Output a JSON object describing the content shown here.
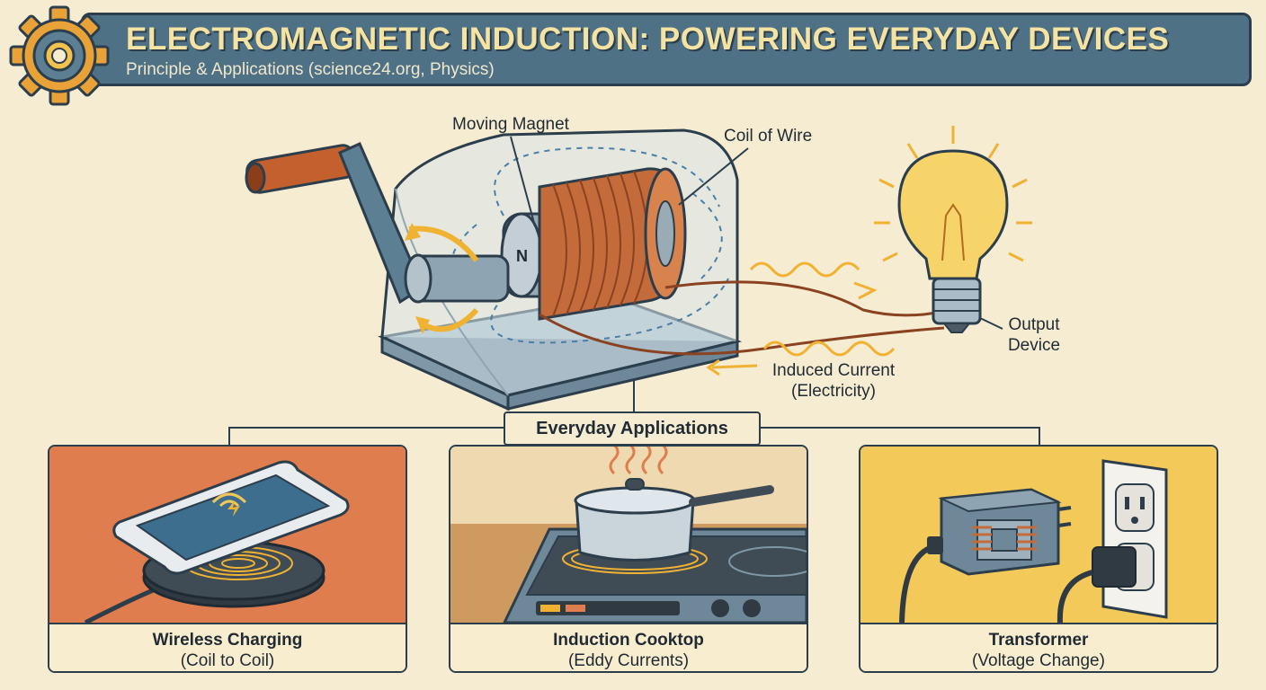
{
  "header": {
    "title": "ELECTROMAGNETIC INDUCTION: POWERING EVERYDAY DEVICES",
    "subtitle": "Principle & Applications (science24.org, Physics)"
  },
  "diagram": {
    "magnet_pole": "N",
    "labels": {
      "moving_magnet": "Moving Magnet",
      "coil_of_wire": "Coil of Wire",
      "output_line1": "Output",
      "output_line2": "Device",
      "current_line1": "Induced Current",
      "current_line2": "(Electricity)"
    }
  },
  "applications": {
    "heading": "Everyday Applications",
    "cards": [
      {
        "title": "Wireless Charging",
        "subtitle": "(Coil to Coil)",
        "bg": "#e07d4e"
      },
      {
        "title": "Induction Cooktop",
        "subtitle": "(Eddy Currents)",
        "bg": "#eed9b0"
      },
      {
        "title": "Transformer",
        "subtitle": "(Voltage Change)",
        "bg": "#f3c95a"
      }
    ]
  },
  "colors": {
    "banner": "#4e7186",
    "accent": "#f0b232",
    "copper": "#c36b3b",
    "background": "#f6ecd2"
  },
  "icons": [
    "gear-icon",
    "lightbulb-icon",
    "phone-icon",
    "charging-pad-icon",
    "pot-icon",
    "transformer-icon",
    "outlet-icon"
  ]
}
